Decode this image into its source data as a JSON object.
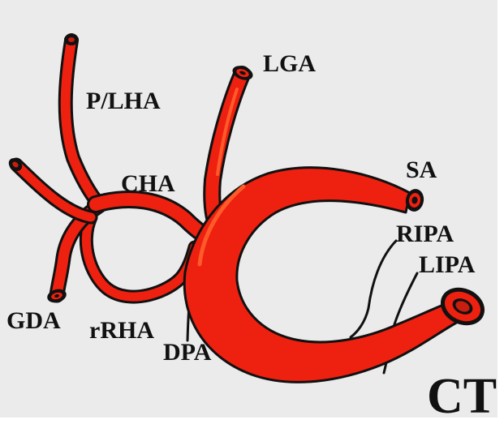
{
  "labels": {
    "plha": "P/LHA",
    "lga": "LGA",
    "cha": "CHA",
    "sa": "SA",
    "ripa": "RIPA",
    "lipa": "LIPA",
    "gda": "GDA",
    "rrha": "rRHA",
    "dpa": "DPA",
    "ct": "CT"
  },
  "colors": {
    "vessel": "#ee2010",
    "vessel_highlight": "#ff5a2a",
    "outline": "#111111",
    "background": "#ebebeb"
  }
}
